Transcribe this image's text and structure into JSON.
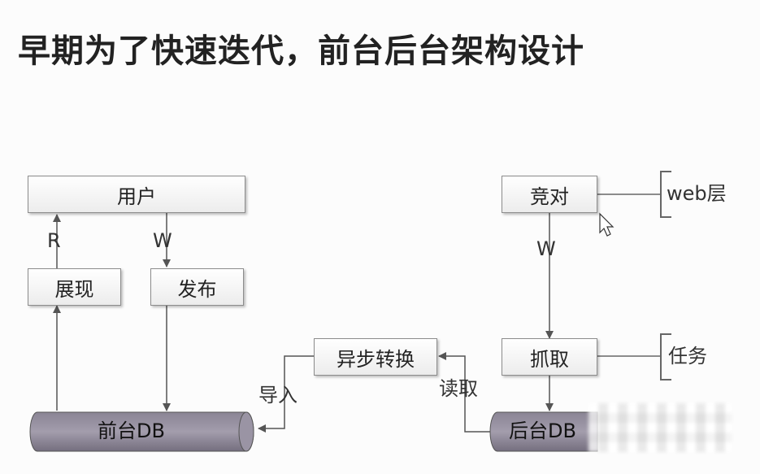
{
  "title": "早期为了快速迭代，前台后台架构设计",
  "nodes": {
    "user": "用户",
    "display": "展现",
    "publish": "发布",
    "frontdb": "前台DB",
    "async": "异步转换",
    "backdb": "后台DB",
    "compare": "竞对",
    "fetch": "抓取"
  },
  "edge_labels": {
    "read": "R",
    "write_left": "W",
    "write_right": "W",
    "import": "导入",
    "read_back": "读取"
  },
  "layers": {
    "web": "web层",
    "task": "任务"
  }
}
